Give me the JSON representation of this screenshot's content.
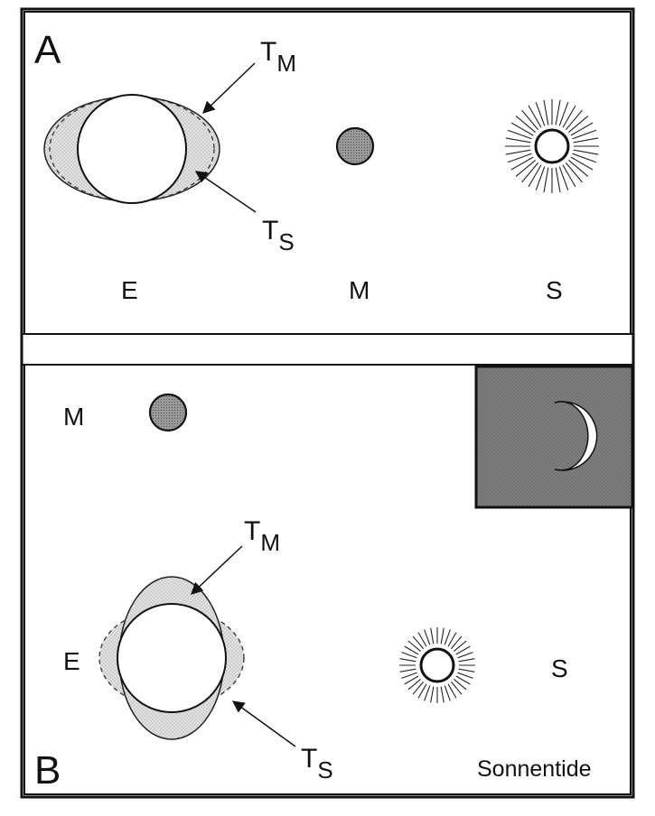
{
  "panel_a": {
    "letter": "A",
    "tide_moon_label": {
      "main": "T",
      "sub": "M"
    },
    "tide_sun_label": {
      "main": "T",
      "sub": "S"
    },
    "earth_label": "E",
    "moon_label": "M",
    "sun_label": "S"
  },
  "panel_b": {
    "letter": "B",
    "moon_label": "M",
    "tide_moon_label": {
      "main": "T",
      "sub": "M"
    },
    "tide_sun_label": {
      "main": "T",
      "sub": "S"
    },
    "earth_label": "E",
    "sun_label": "S",
    "caption": "Sonnentide"
  },
  "colors": {
    "frame": "#111111",
    "tide_fill": "#dcdcdc",
    "moon_fill": "#8f8f8f",
    "night_box": "#7a7a7a",
    "crescent": "#ffffff"
  }
}
